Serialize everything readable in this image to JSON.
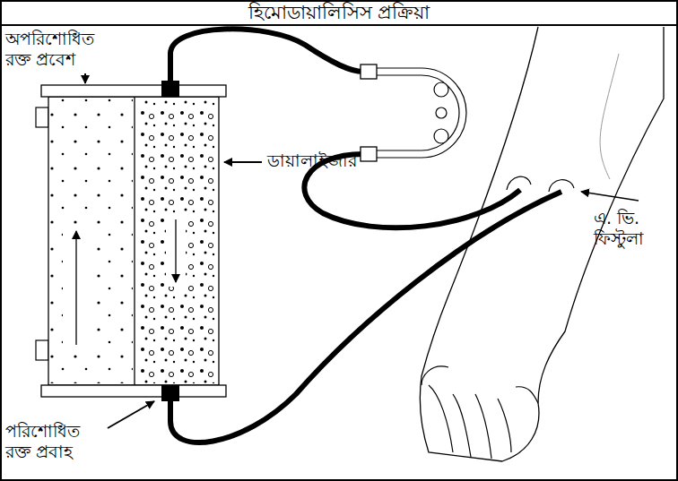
{
  "diagram": {
    "title": "হিমোডায়ালিসিস প্রক্রিয়া",
    "labels": [
      "অপরিশোধিত রক্ত প্রবেশ",
      "ডায়ালাইজার",
      "এ. ভি. ফিস্টুলা",
      "পরিশোধিত রক্ত প্রবাহ"
    ]
  }
}
